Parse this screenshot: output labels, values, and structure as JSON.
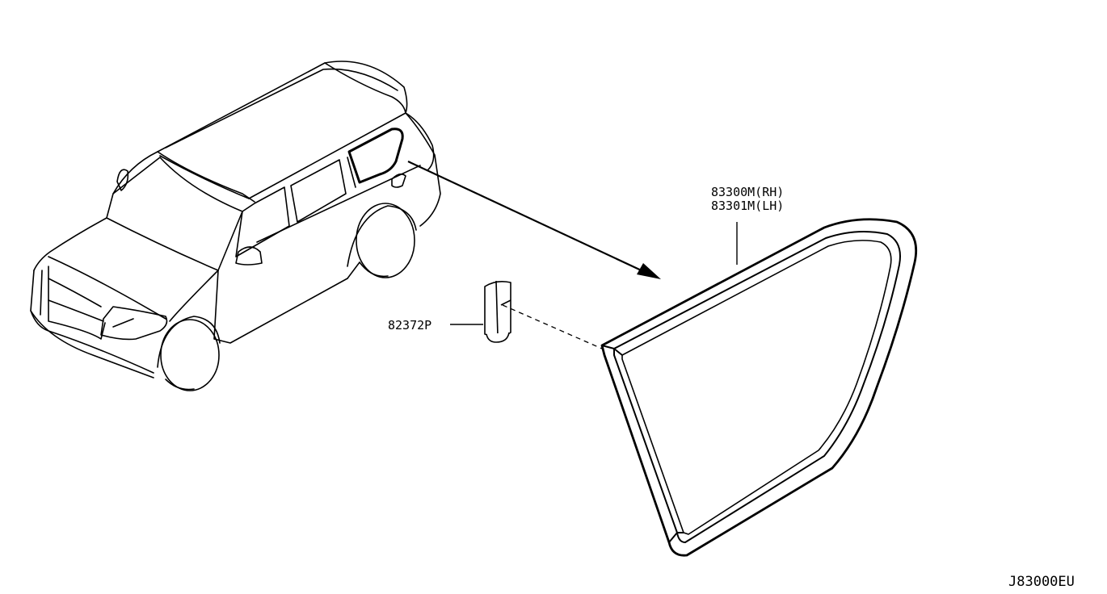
{
  "callouts": {
    "glass_rh": "83300M(RH)",
    "glass_lh": "83301M(LH)",
    "clip": "82372P"
  },
  "diagram_id": "J83000EU",
  "colors": {
    "line": "#000000",
    "background": "#ffffff"
  }
}
